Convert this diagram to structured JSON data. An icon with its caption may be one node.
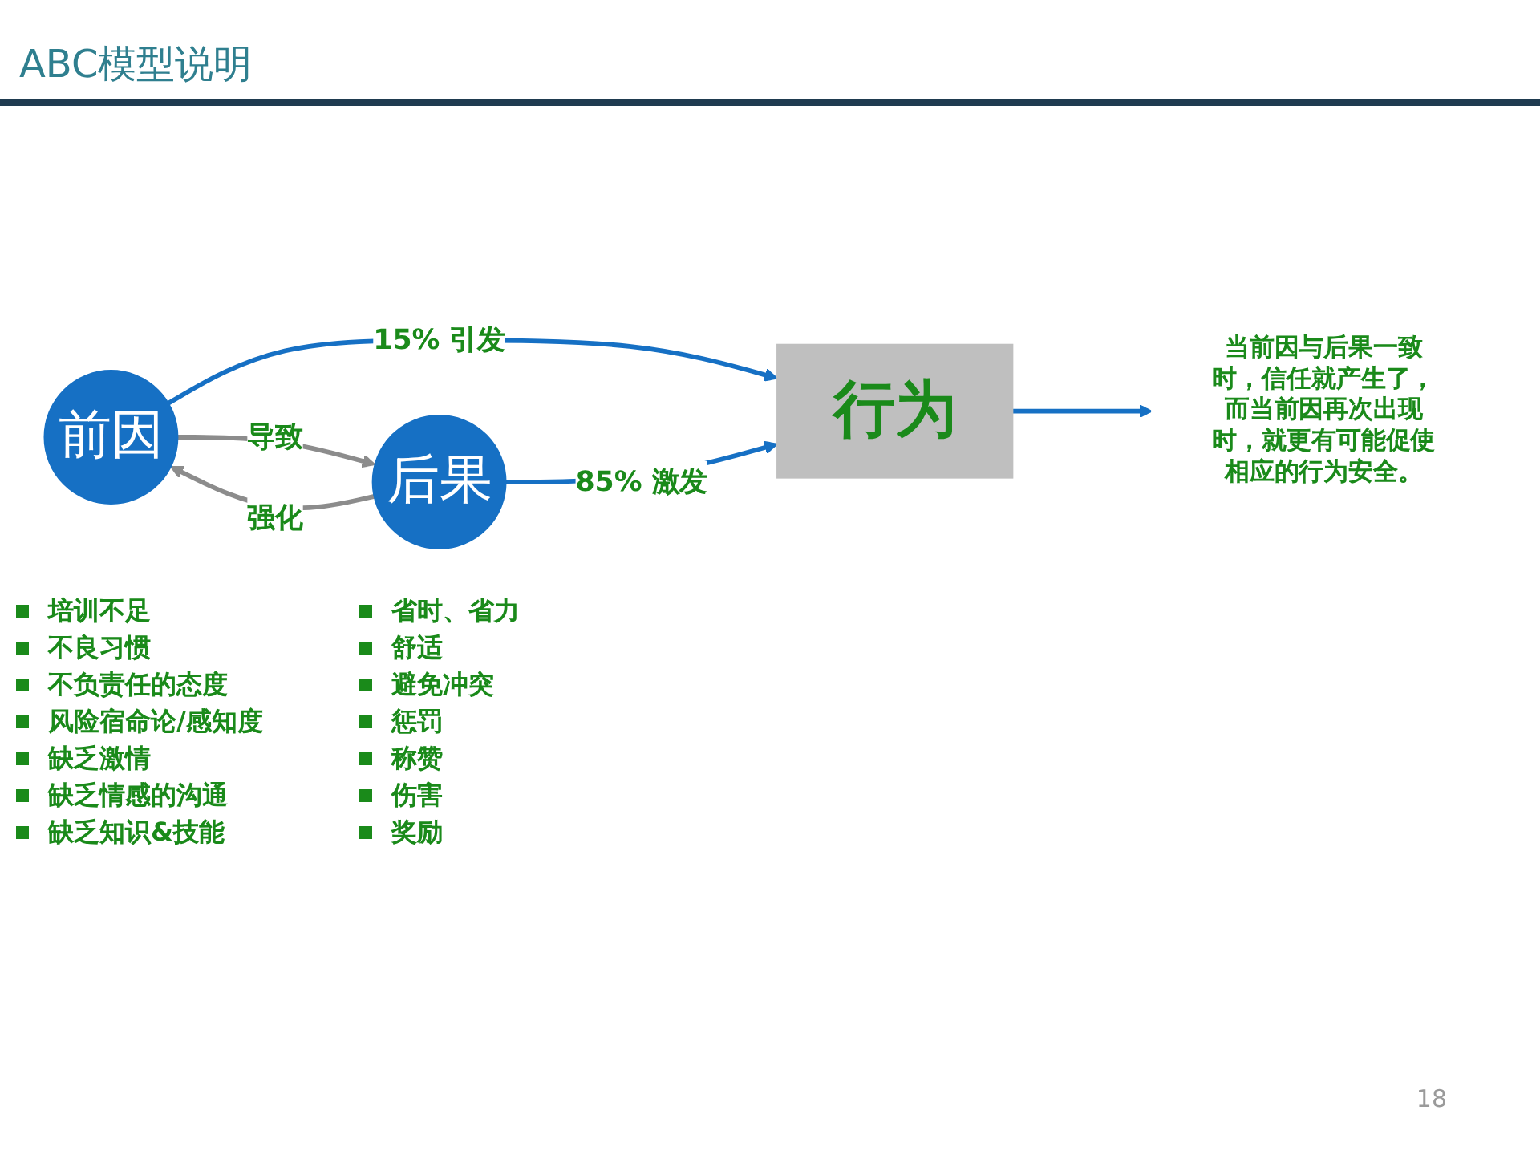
{
  "diagram": {
    "title": "ABC模型说明",
    "nodes": [
      {
        "text": [
          "前因"
        ],
        "beside": [
          "培训不足",
          "不良习惯",
          "不负责任的态度",
          "风险宿命论/感知度",
          "缺乏激情",
          "缺乏情感的沟通",
          "缺乏知识&技能"
        ]
      },
      {
        "text": [
          "行为"
        ]
      },
      {
        "text": [
          "后果"
        ],
        "beside": [
          "省时、省力",
          "舒适",
          "避免冲突",
          "惩罚",
          "称赞",
          "伤害",
          "奖励"
        ]
      },
      {
        "text": [
          "当前因与后果一致时，信任就产生了，而当前因再次出现时，就更有可能促使相应的行为安全。"
        ]
      }
    ],
    "edges": [
      {
        "from": 0,
        "to": 1,
        "arrow": "to",
        "label": "15% 引发"
      },
      {
        "from": 2,
        "to": 1,
        "arrow": "to",
        "label": "85% 激发"
      },
      {
        "from": 0,
        "to": 2,
        "arrow": "to",
        "label": "导致",
        "color": "#8c8c8c"
      },
      {
        "from": 2,
        "to": 0,
        "arrow": "to",
        "label": "强化",
        "color": "#8c8c8c"
      },
      {
        "from": 1,
        "to": 3,
        "arrow": "to"
      }
    ],
    "labels": [
      "18"
    ]
  }
}
